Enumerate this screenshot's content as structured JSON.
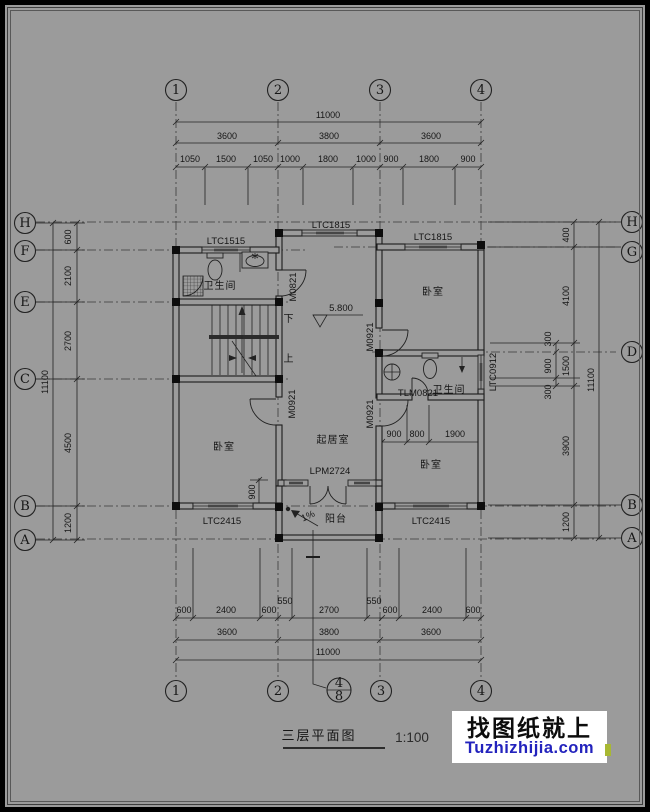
{
  "drawing": {
    "title": "三层平面图",
    "scale": "1:100"
  },
  "watermark": {
    "line1": "找图纸就上",
    "line2": "Tuzhizhijia.com"
  },
  "colors": {
    "background": "#9b9b9b",
    "line": "#1c1c1c",
    "watermark_blue": "#2323bd",
    "watermark_bg": "#ffffff",
    "accent_sliver": "#a8b832"
  },
  "grid_axes": {
    "top": [
      "1",
      "2",
      "3",
      "4"
    ],
    "bottom": [
      "1",
      "2",
      "3",
      "4"
    ],
    "left": [
      "H",
      "F",
      "E",
      "C",
      "B",
      "A"
    ],
    "right": [
      "H",
      "G",
      "D",
      "B",
      "A"
    ],
    "section_marker": {
      "num": "4",
      "den": "8"
    }
  },
  "dimensions": {
    "top": {
      "total": "11000",
      "major": [
        "3600",
        "3800",
        "3600"
      ],
      "minor": [
        "1050",
        "1500",
        "1050",
        "1000",
        "1800",
        "1000",
        "900",
        "1800",
        "900"
      ]
    },
    "bottom": {
      "total": "11000",
      "major": [
        "3600",
        "3800",
        "3600"
      ],
      "minor": [
        "600",
        "2400",
        "600",
        "550",
        "2700",
        "550",
        "600",
        "2400",
        "600"
      ]
    },
    "left": {
      "total": "11100",
      "segments": [
        "600",
        "2100",
        "2700",
        "4500",
        "1200"
      ]
    },
    "right": {
      "total": "11100",
      "segments": [
        "400",
        "4100",
        "1500",
        "3900",
        "1200"
      ],
      "sub": [
        "300",
        "900",
        "300"
      ]
    },
    "interior": {
      "left_window": "900",
      "right_room": [
        "900",
        "800",
        "1900"
      ]
    }
  },
  "rooms": {
    "bathroom": "卫生间",
    "bedroom": "卧室",
    "living": "起居室",
    "balcony": "阳台"
  },
  "openings": {
    "LTC1515": "LTC1515",
    "LTC1815": "LTC1815",
    "LTC2415": "LTC2415",
    "LTC0912": "LTC0912",
    "LPM2724": "LPM2724",
    "M0821": "M0821",
    "M0921": "M0921",
    "TLM0821": "TLM0821"
  },
  "annotations": {
    "elevation": "5.800",
    "stair_down": "下",
    "stair_up": "上",
    "slope": "1%"
  }
}
